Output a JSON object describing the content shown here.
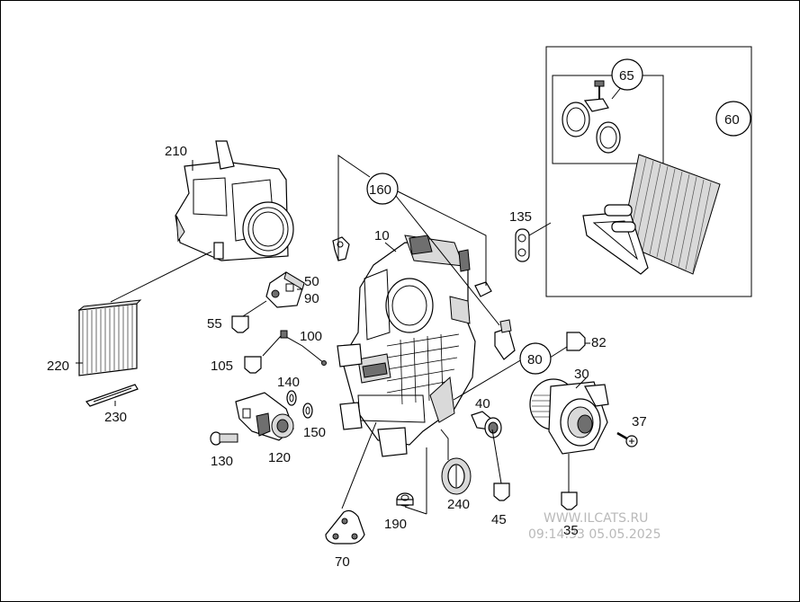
{
  "diagram": {
    "part_labels": {
      "p10": "10",
      "p30": "30",
      "p35": "35",
      "p37": "37",
      "p40": "40",
      "p45": "45",
      "p50": "50",
      "p55": "55",
      "p60": "60",
      "p65": "65",
      "p70": "70",
      "p80": "80",
      "p82": "82",
      "p90": "90",
      "p100": "100",
      "p105": "105",
      "p120": "120",
      "p130": "130",
      "p135": "135",
      "p140": "140",
      "p150": "150",
      "p160": "160",
      "p190": "190",
      "p210": "210",
      "p220": "220",
      "p230": "230",
      "p240": "240"
    },
    "watermark": {
      "line1": "WWW.ILCATS.RU",
      "line2": "09:14:33 05.05.2025"
    }
  }
}
